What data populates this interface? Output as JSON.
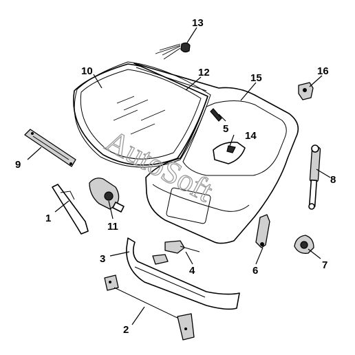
{
  "callouts": {
    "c1": "1",
    "c2": "2",
    "c3": "3",
    "c4": "4",
    "c5": "5",
    "c6": "6",
    "c7": "7",
    "c8": "8",
    "c9": "9",
    "c10": "10",
    "c11": "11",
    "c12": "12",
    "c13": "13",
    "c14": "14",
    "c15": "15",
    "c16": "16"
  },
  "watermark": "AutoSoft"
}
